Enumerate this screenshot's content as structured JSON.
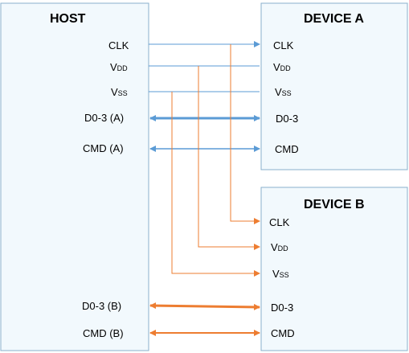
{
  "host": {
    "title": "HOST",
    "signals": [
      {
        "main": "CLK",
        "sub": ""
      },
      {
        "main": "V",
        "sub": "DD"
      },
      {
        "main": "V",
        "sub": "SS"
      },
      {
        "main": "D0-3  (A)",
        "sub": ""
      },
      {
        "main": "CMD  (A)",
        "sub": ""
      },
      {
        "main": "D0-3  (B)",
        "sub": ""
      },
      {
        "main": "CMD  (B)",
        "sub": ""
      }
    ]
  },
  "device_a": {
    "title": "DEVICE A",
    "signals": [
      {
        "main": "CLK",
        "sub": ""
      },
      {
        "main": "V",
        "sub": "DD"
      },
      {
        "main": "V",
        "sub": "SS"
      },
      {
        "main": "D0-3",
        "sub": ""
      },
      {
        "main": "CMD",
        "sub": ""
      }
    ]
  },
  "device_b": {
    "title": "DEVICE B",
    "signals": [
      {
        "main": "CLK",
        "sub": ""
      },
      {
        "main": "V",
        "sub": "DD"
      },
      {
        "main": "V",
        "sub": "SS"
      },
      {
        "main": "D0-3",
        "sub": ""
      },
      {
        "main": "CMD",
        "sub": ""
      }
    ]
  },
  "colors": {
    "device_a_wiring": "#5b9bd5",
    "device_b_wiring": "#ed7d31",
    "box_fill": "#f2f9fd",
    "box_stroke": "#8ab0cc"
  }
}
